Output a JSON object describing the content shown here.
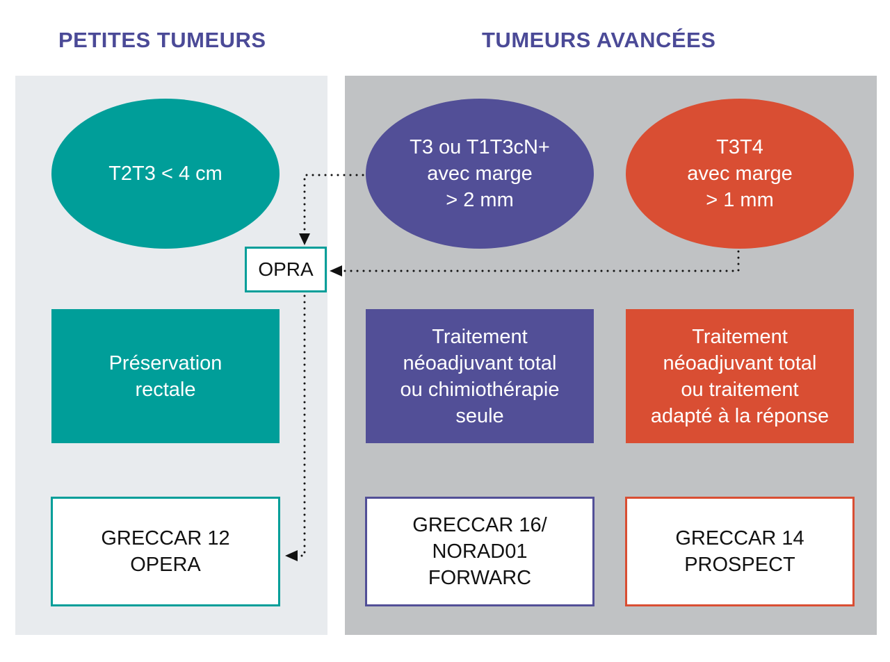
{
  "headers": {
    "left": "PETITES TUMEURS",
    "right": "TUMEURS AVANCÉES"
  },
  "colors": {
    "teal": "#009e99",
    "purple": "#524f97",
    "red": "#d94e33",
    "title": "#4b4a97"
  },
  "nodes": {
    "small_tumor": "T2T3 < 4 cm",
    "advanced_t3": "T3 ou T1T3cN+\navec marge\n> 2 mm",
    "advanced_t3t4": "T3T4\navec marge\n> 1 mm",
    "opra": "OPRA",
    "preservation": "Préservation\nrectale",
    "treatment_purple": "Traitement\nnéoadjuvant total\nou chimiothérapie\nseule",
    "treatment_red": "Traitement\nnéoadjuvant total\nou traitement\nadapté à la réponse",
    "trial_teal": "GRECCAR 12\nOPERA",
    "trial_purple": "GRECCAR 16/\nNORAD01\nFORWARC",
    "trial_red": "GRECCAR 14\nPROSPECT"
  }
}
